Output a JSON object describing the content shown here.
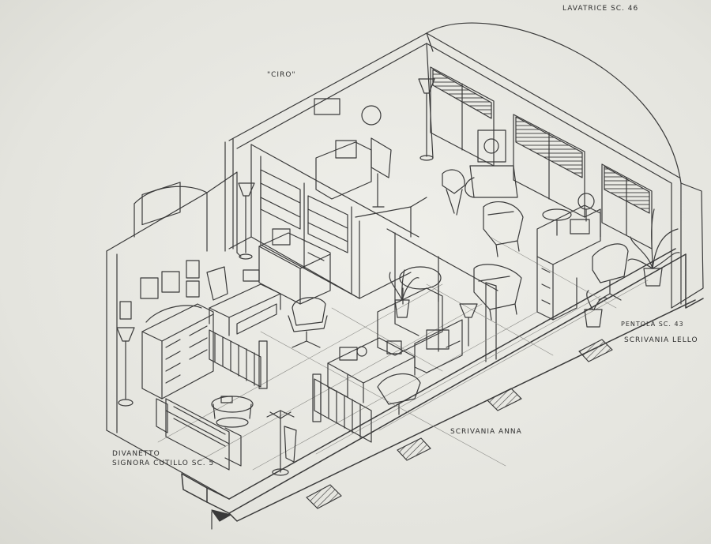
{
  "annotations": {
    "lavatrice": "LAVATRICE Sc. 46",
    "ciro": "\"CIRO\"",
    "pentola": "PENTOLA Sc. 43",
    "scrivania_lello": "SCRIVANIA LELLO",
    "scrivania_anna": "SCRIVANIA ANNA",
    "divanetto": "DIVANETTO",
    "signora_cutillo": "SIGNORA CUTILLO Sc. 5"
  },
  "colors": {
    "paper": "#e6e6e1",
    "pencil": "#3a3a3a",
    "pencil_light": "#8a8a86"
  },
  "icons": [
    "floor-lamp-icon",
    "armchair-icon",
    "desk-icon",
    "plant-icon",
    "coat-rack-icon",
    "bench-icon",
    "north-arrow-icon"
  ]
}
